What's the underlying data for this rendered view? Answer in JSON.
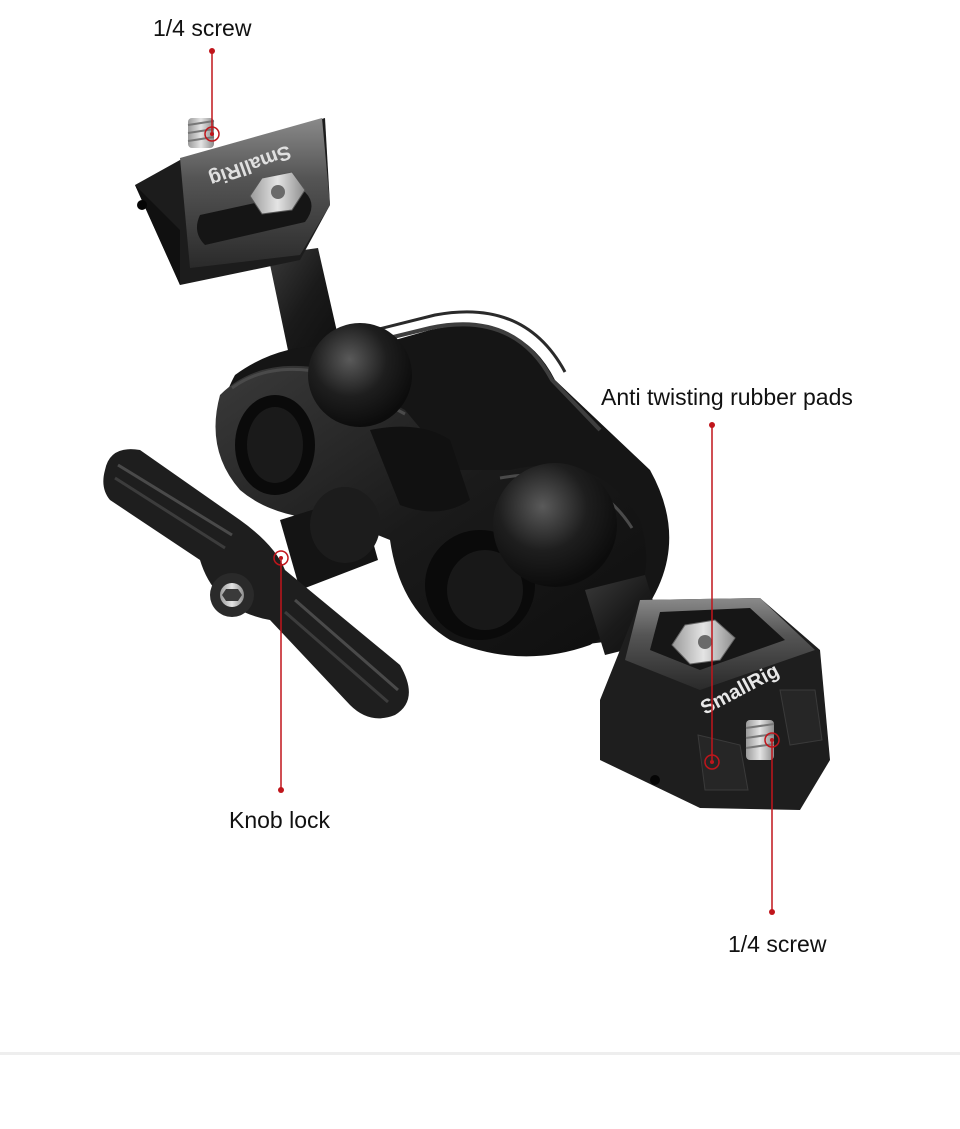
{
  "callouts": {
    "top_screw": "1/4 screw",
    "rubber_pads": "Anti twisting rubber pads",
    "knob_lock": "Knob lock",
    "bottom_screw": "1/4 screw"
  },
  "product": {
    "brand_mark_top": "SmallRig",
    "brand_mark_bottom": "SmallRig"
  },
  "colors": {
    "accent": "#c0151b",
    "metal_dark": "#1b1b1b",
    "metal_mid": "#2f2f2f",
    "metal_highlight": "#6a6a6a",
    "background": "#ffffff",
    "divider": "#eeeeee"
  }
}
